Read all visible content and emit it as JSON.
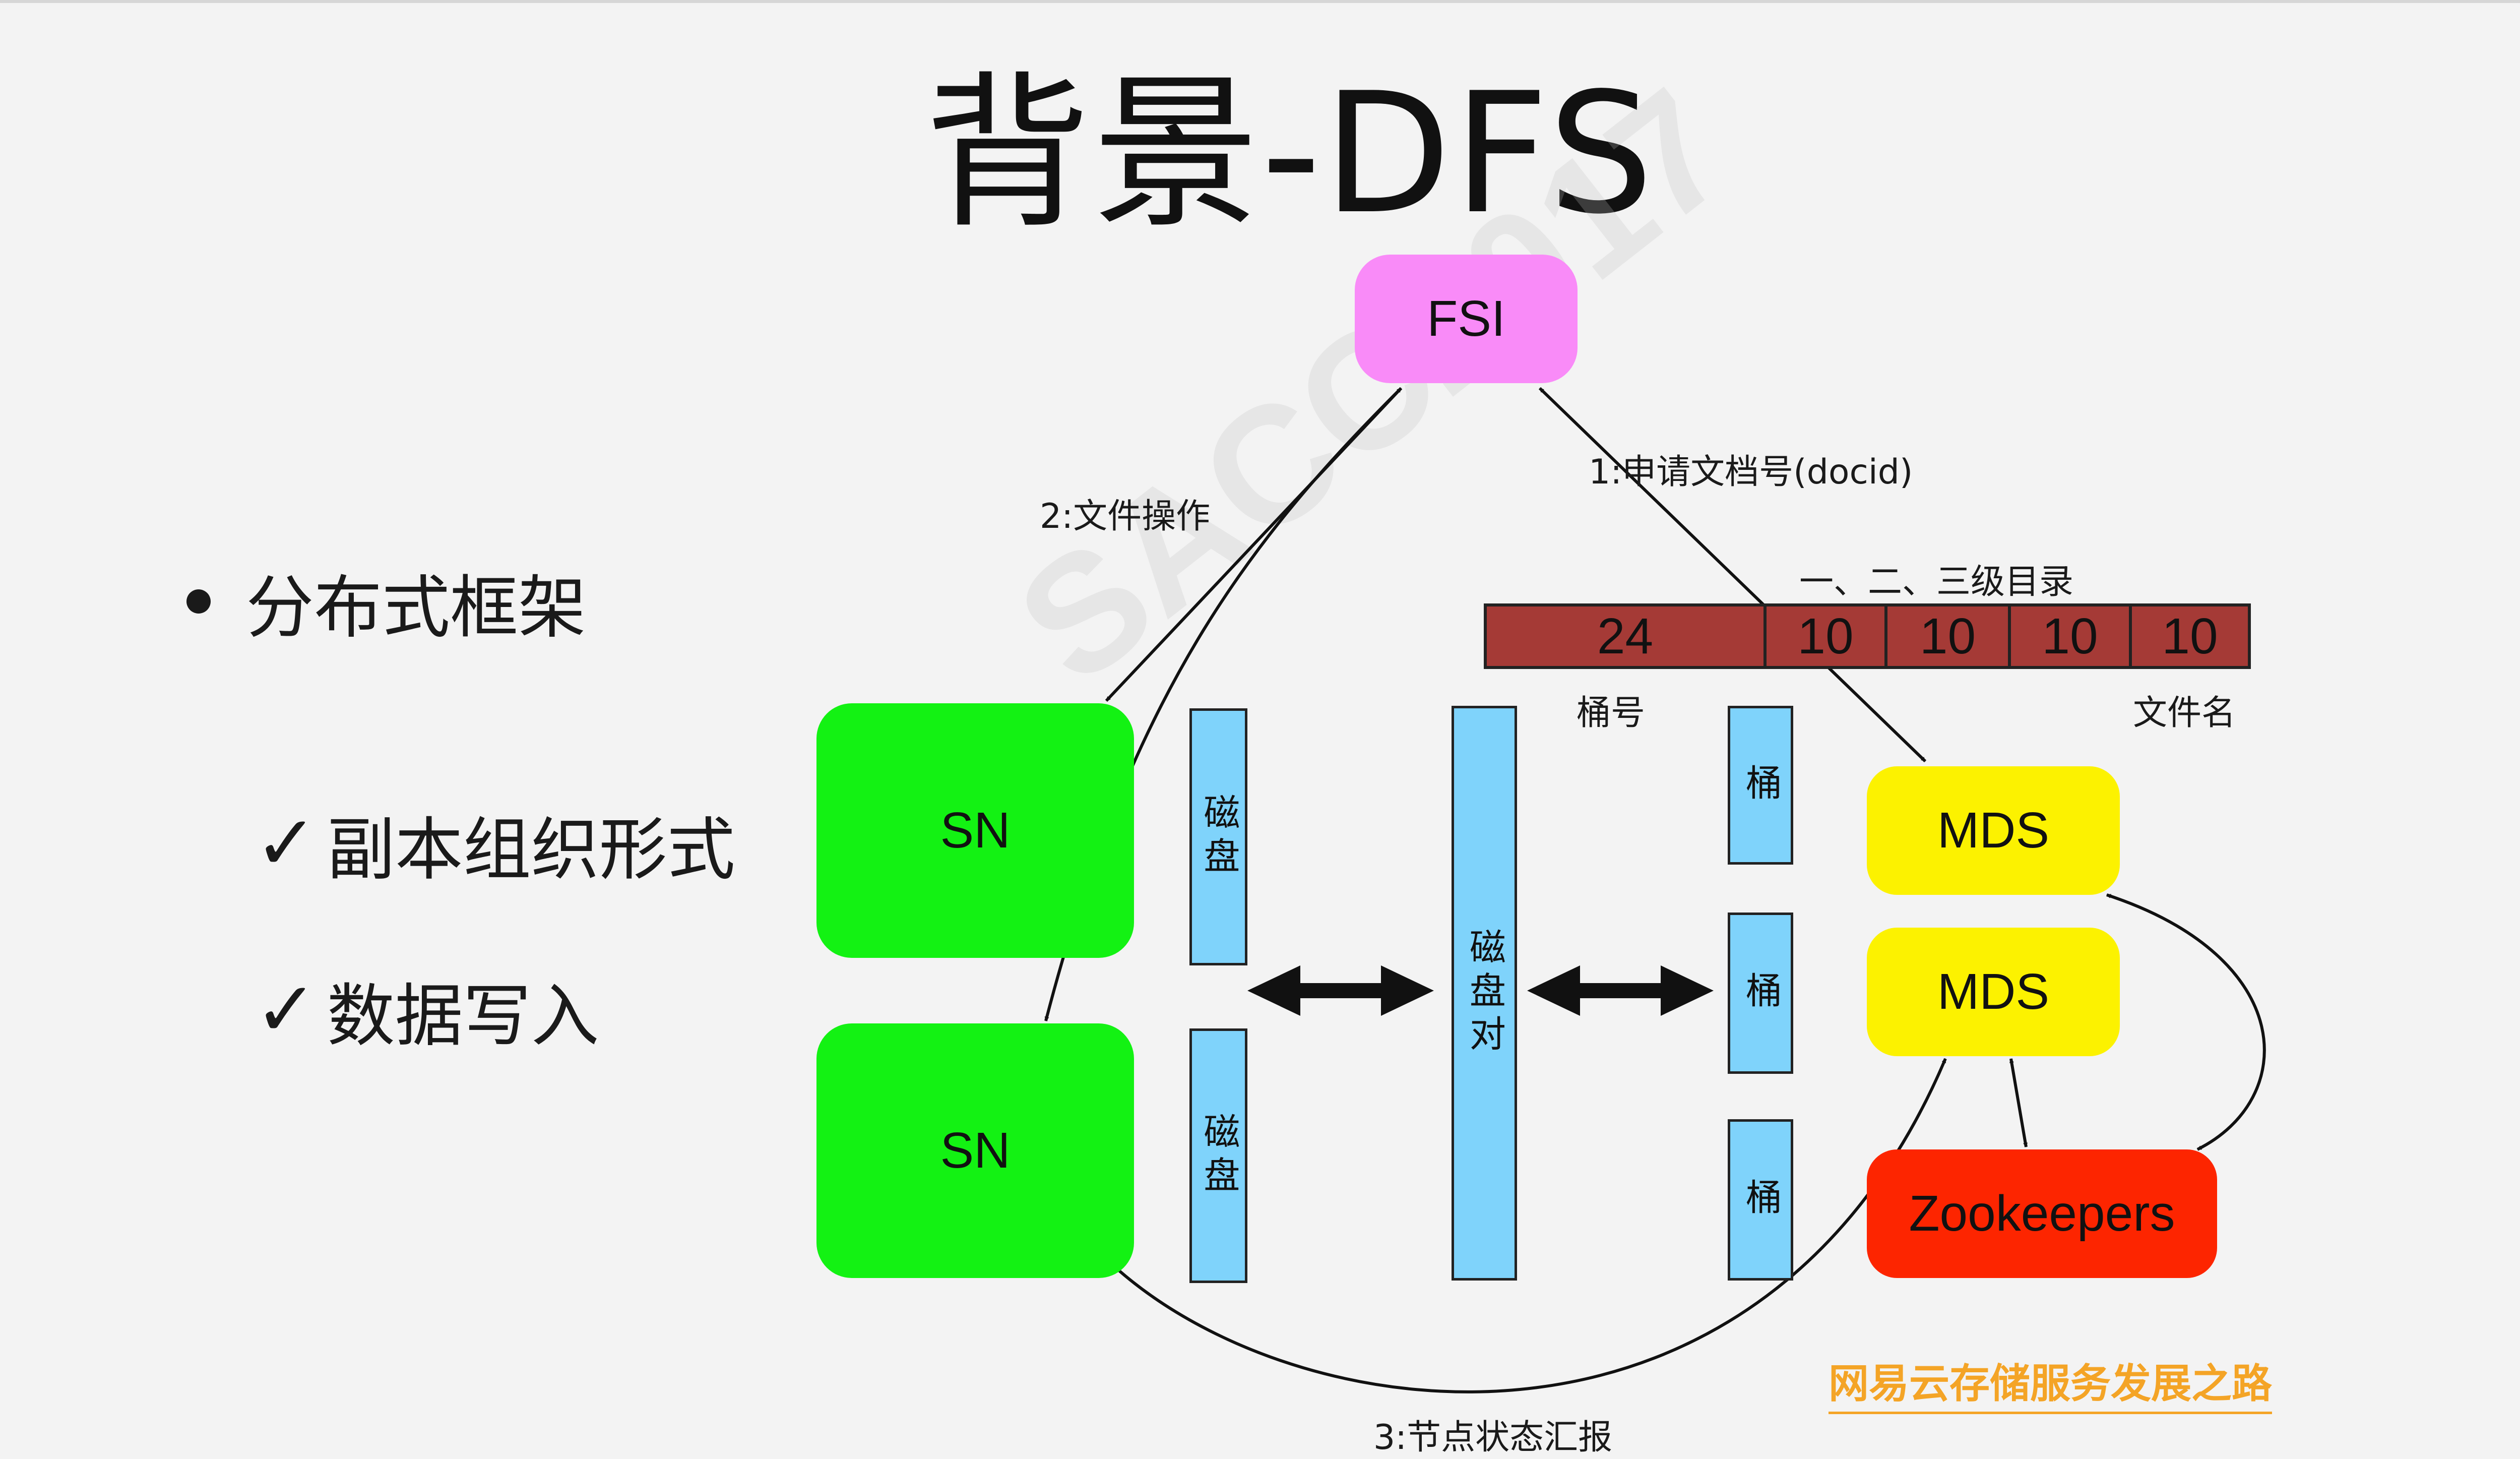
{
  "title": "背景-DFS",
  "bullets": {
    "main": "分布式框架",
    "checks": [
      "副本组织形式",
      "数据写入"
    ],
    "check_symbol": "✓"
  },
  "nodes": {
    "fsi": "FSI",
    "sn1": "SN",
    "sn2": "SN",
    "mds1": "MDS",
    "mds2": "MDS",
    "zookeepers": "Zookeepers",
    "disk1": "磁盘",
    "disk2": "磁盘",
    "disk_pair": "磁盘对",
    "bucket1": "桶",
    "bucket2": "桶",
    "bucket3": "桶"
  },
  "labels": {
    "step1": "1:申请文档号(docid)",
    "step2": "2:文件操作",
    "step3": "3:节点状态汇报",
    "dir_levels": "一、二、三级目录",
    "bucket_no": "桶号",
    "file_name": "文件名"
  },
  "dir_bits": [
    "24",
    "10",
    "10",
    "10",
    "10"
  ],
  "watermark": "SACC2017",
  "brand": "网易云存储服务发展之路",
  "colors": {
    "fsi": "#f98bf8",
    "sn": "#13f213",
    "mds": "#fcf200",
    "zookeepers": "#fd2500",
    "bars": "#7fd3fb",
    "dir_bar": "#a53a36",
    "brand": "#f4a426"
  }
}
